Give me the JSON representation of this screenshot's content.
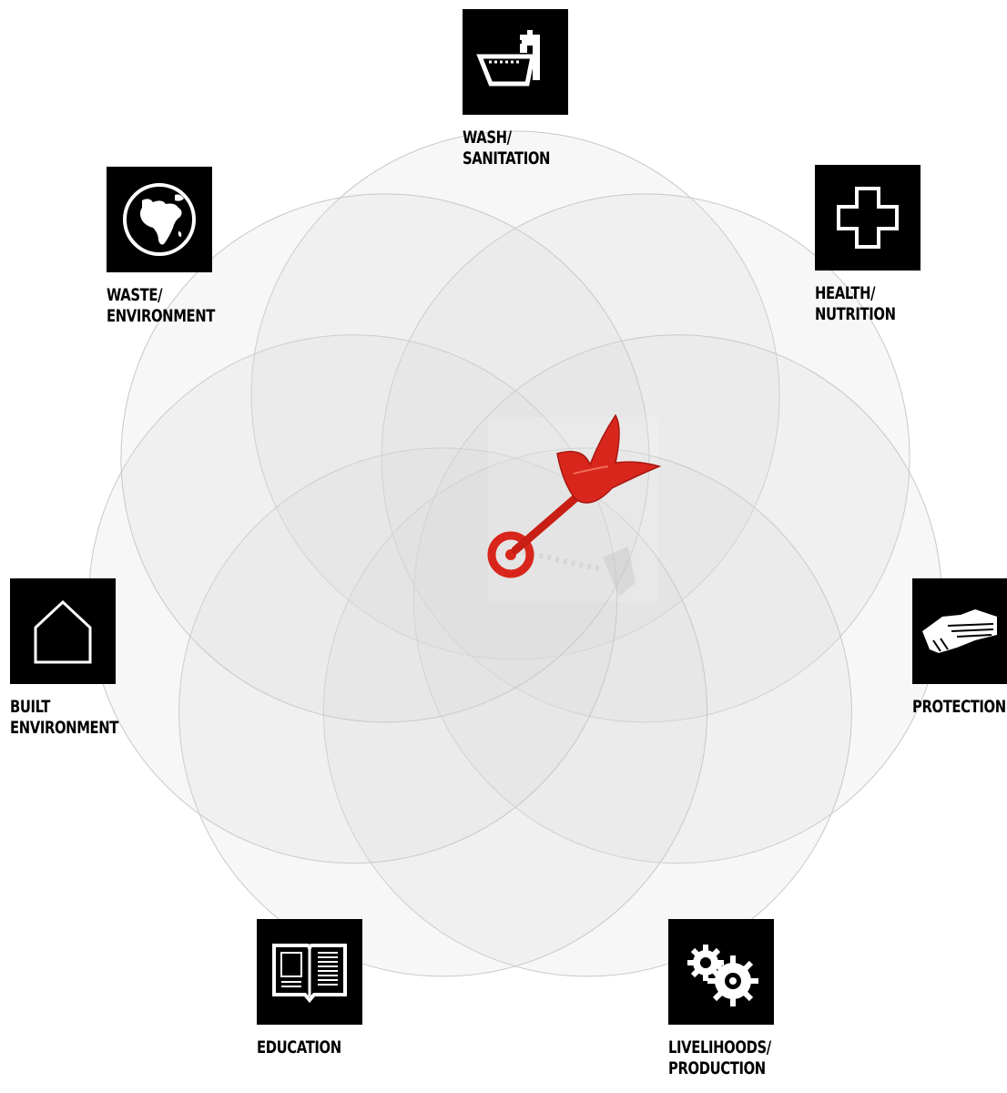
{
  "sectors": [
    {
      "id": "wash",
      "icon": "faucet-basin-icon",
      "line1": "WASH/",
      "line2": "SANITATION"
    },
    {
      "id": "health",
      "icon": "medical-cross-icon",
      "line1": "HEALTH/",
      "line2": "NUTRITION"
    },
    {
      "id": "protection",
      "icon": "handshake-icon",
      "line1": "PROTECTION",
      "line2": ""
    },
    {
      "id": "livelihoods",
      "icon": "gears-icon",
      "line1": "LIVELIHOODS/",
      "line2": "PRODUCTION"
    },
    {
      "id": "education",
      "icon": "open-book-icon",
      "line1": "EDUCATION",
      "line2": ""
    },
    {
      "id": "built",
      "icon": "house-outline-icon",
      "line1": "BUILT",
      "line2": "ENVIRONMENT"
    },
    {
      "id": "waste",
      "icon": "globe-icon",
      "line1": "WASTE/",
      "line2": "ENVIRONMENT"
    }
  ],
  "center": {
    "icon": "dart-bullseye-icon"
  },
  "colors": {
    "circle_fill": "#dcdcdc",
    "circle_stroke": "#c8c8c8",
    "icon_bg": "#000000",
    "icon_fg": "#ffffff",
    "dart_red": "#d9261c"
  }
}
